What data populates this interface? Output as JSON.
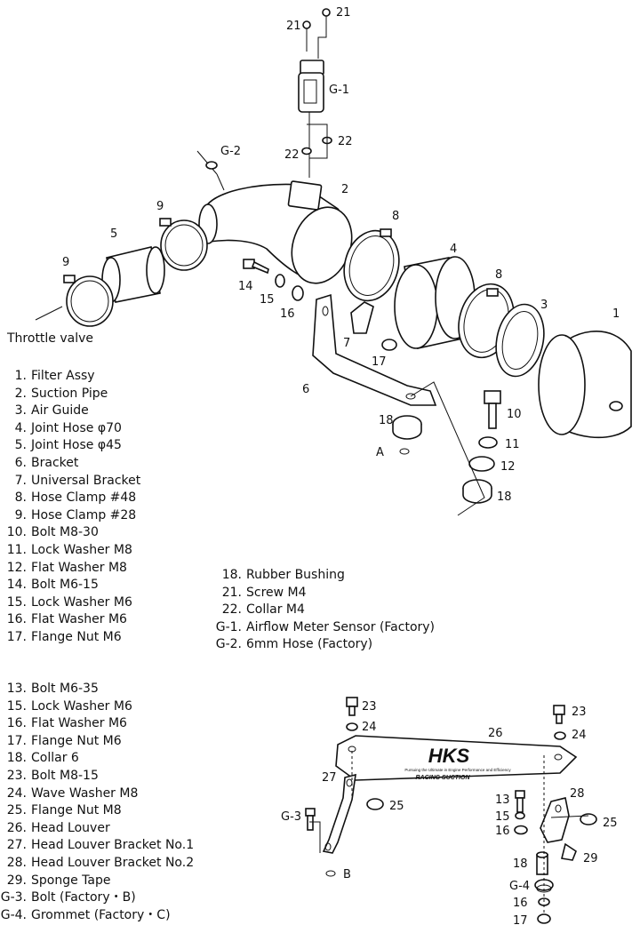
{
  "callouts": {
    "c21a": "21",
    "c21b": "21",
    "g1": "G-1",
    "g2": "G-2",
    "c22a": "22",
    "c22b": "22",
    "c2": "2",
    "c9a": "9",
    "c5": "5",
    "c9b": "9",
    "c8a": "8",
    "c4": "4",
    "c8b": "8",
    "c3": "3",
    "c1": "1",
    "c14": "14",
    "c15": "15",
    "c16": "16",
    "c7": "7",
    "c17": "17",
    "c6": "6",
    "c10": "10",
    "c11": "11",
    "c12": "12",
    "c18a": "18",
    "a": "A",
    "c18b": "18",
    "c23a": "23",
    "c24a": "24",
    "c26": "26",
    "c23b": "23",
    "c24b": "24",
    "c27": "27",
    "c25a": "25",
    "g3": "G-3",
    "b": "B",
    "c13": "13",
    "c28": "28",
    "c15b": "15",
    "c25b": "25",
    "c16b": "16",
    "c29": "29",
    "c18c": "18",
    "g4": "G-4",
    "c16c": "16",
    "c17b": "17",
    "throttle": "Throttle valve",
    "logo": "HKS",
    "louver_tagline": "Pursuing the Ultimate in Engine Performance and Efficiency",
    "louver_brand": "RACING SUCTION"
  },
  "list1": [
    {
      "n": "1.",
      "t": "Filter Assy"
    },
    {
      "n": "2.",
      "t": "Suction Pipe"
    },
    {
      "n": "3.",
      "t": "Air Guide"
    },
    {
      "n": "4.",
      "t": "Joint Hose  φ70"
    },
    {
      "n": "5.",
      "t": "Joint Hose  φ45"
    },
    {
      "n": "6.",
      "t": "Bracket"
    },
    {
      "n": "7.",
      "t": "Universal Bracket"
    },
    {
      "n": "8.",
      "t": "Hose Clamp  #48"
    },
    {
      "n": "9.",
      "t": "Hose Clamp  #28"
    },
    {
      "n": "10.",
      "t": "Bolt  M8-30"
    },
    {
      "n": "11.",
      "t": "Lock Washer  M8"
    },
    {
      "n": "12.",
      "t": "Flat Washer  M8"
    },
    {
      "n": "14.",
      "t": "Bolt  M6-15"
    },
    {
      "n": "15.",
      "t": "Lock Washer  M6"
    },
    {
      "n": "16.",
      "t": "Flat Washer  M6"
    },
    {
      "n": "17.",
      "t": "Flange Nut  M6"
    }
  ],
  "list2": [
    {
      "n": "18.",
      "t": "Rubber Bushing"
    },
    {
      "n": "21.",
      "t": "Screw  M4"
    },
    {
      "n": "22.",
      "t": "Collar  M4"
    },
    {
      "n": "G-1.",
      "t": "Airflow Meter Sensor (Factory)"
    },
    {
      "n": "G-2.",
      "t": "6mm Hose (Factory)"
    }
  ],
  "list3": [
    {
      "n": "13.",
      "t": "Bolt  M6-35"
    },
    {
      "n": "15.",
      "t": "Lock Washer  M6"
    },
    {
      "n": "16.",
      "t": "Flat Washer  M6"
    },
    {
      "n": "17.",
      "t": "Flange Nut  M6"
    },
    {
      "n": "18.",
      "t": "Collar  6"
    },
    {
      "n": "23.",
      "t": "Bolt  M8-15"
    },
    {
      "n": "24.",
      "t": "Wave Washer  M8"
    },
    {
      "n": "25.",
      "t": "Flange Nut  M8"
    },
    {
      "n": "26.",
      "t": "Head Louver"
    },
    {
      "n": "27.",
      "t": "Head Louver Bracket No.1"
    },
    {
      "n": "28.",
      "t": "Head Louver Bracket No.2"
    },
    {
      "n": "29.",
      "t": "Sponge Tape"
    },
    {
      "n": "G-3.",
      "t": "Bolt (Factory・B)"
    },
    {
      "n": "G-4.",
      "t": "Grommet (Factory・C)"
    }
  ]
}
